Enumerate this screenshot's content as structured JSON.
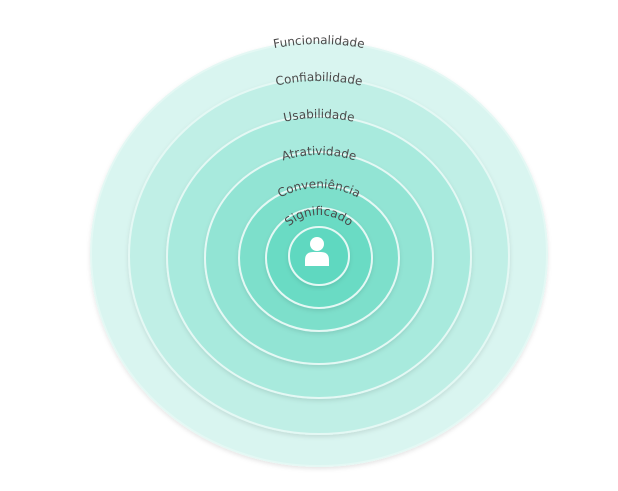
{
  "diagram": {
    "layers": [
      {
        "label": "Funcionalidade",
        "color": "#d9f5f0"
      },
      {
        "label": "Confiabilidade",
        "color": "#c0efe6"
      },
      {
        "label": "Usabilidade",
        "color": "#a8eadd"
      },
      {
        "label": "Atratividade",
        "color": "#92e4d4"
      },
      {
        "label": "Conveniência",
        "color": "#7ddfcb"
      },
      {
        "label": "Significado",
        "color": "#6adbc4"
      }
    ],
    "center_color": "#5fd8c0",
    "ring_border_color": "#e4f8f4",
    "center_icon": "user-icon"
  }
}
